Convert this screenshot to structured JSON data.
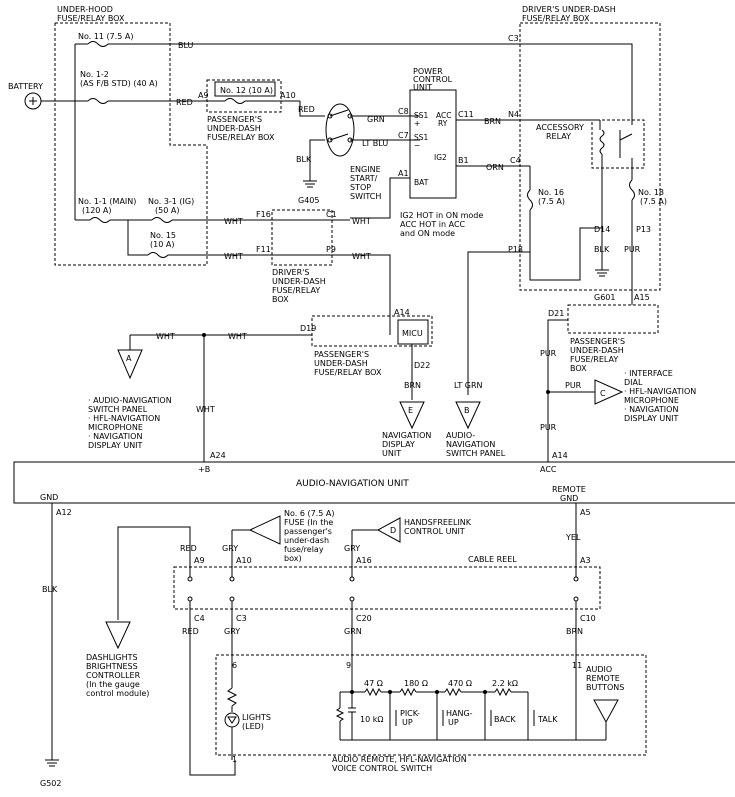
{
  "boxes": {
    "underhood": [
      "UNDER-HOOD",
      "FUSE/RELAY BOX"
    ],
    "drivers_top": [
      "DRIVER'S UNDER-DASH",
      "FUSE/RELAY BOX"
    ],
    "pcu": [
      "POWER",
      "CONTROL",
      "UNIT"
    ],
    "pass_top": [
      "PASSENGER'S",
      "UNDER-DASH",
      "FUSE/RELAY BOX"
    ],
    "drivers_mid": [
      "DRIVER'S",
      "UNDER-DASH",
      "FUSE/RELAY",
      "BOX"
    ],
    "pass_mid": [
      "PASSENGER'S",
      "UNDER-DASH",
      "FUSE/RELAY BOX"
    ],
    "pass_right": [
      "PASSENGER'S",
      "UNDER-DASH",
      "FUSE/RELAY",
      "BOX"
    ],
    "micu": "MICU",
    "audio_unit": "AUDIO-NAVIGATION UNIT",
    "cable_reel": "CABLE REEL",
    "switch": [
      "AUDIO REMOTE, HFL-NAVIGATION",
      "VOICE CONTROL SWITCH"
    ],
    "engine_switch": [
      "ENGINE",
      "START/",
      "STOP",
      "SWITCH"
    ],
    "accessory_relay": [
      "ACCESSORY",
      "RELAY"
    ],
    "pcu_note": [
      "IG2 HOT in ON mode",
      "ACC HOT in ACC",
      "and ON mode"
    ],
    "audio_remote_buttons": [
      "AUDIO",
      "REMOTE",
      "BUTTONS"
    ]
  },
  "battery": "BATTERY",
  "fuses": {
    "f11": "No. 11 (7.5 A)",
    "f12_a": "No. 1-2",
    "f12_b": "(AS F/B STD) (40 A)",
    "f12_pass": "No. 12 (10 A)",
    "f11_main_a": "No. 1-1 (MAIN)",
    "f11_main_b": "(120 A)",
    "f31_a": "No. 3-1 (IG)",
    "f31_b": "(50 A)",
    "f15_a": "No. 15",
    "f15_b": "(10 A)",
    "f16_a": "No. 16",
    "f16_b": "(7.5 A)",
    "f18_a": "No. 18",
    "f18_b": "(7.5 A)",
    "f6": [
      "No. 6 (7.5 A)",
      "FUSE (In the",
      "passenger's",
      "under-dash",
      "fuse/relay",
      "box)"
    ]
  },
  "wires": {
    "blu": "BLU",
    "red": "RED",
    "grn": "GRN",
    "ltblu": "LT BLU",
    "blk": "BLK",
    "brn": "BRN",
    "orn": "ORN",
    "wht": "WHT",
    "pur": "PUR",
    "ltgrn": "LT GRN",
    "gry": "GRY",
    "yel": "YEL"
  },
  "pins": {
    "c3": "C3",
    "a9": "A9",
    "a10": "A10",
    "c8": "C8",
    "c7": "C7",
    "c11": "C11",
    "n4": "N4",
    "b1": "B1",
    "c4": "C4",
    "a1": "A1",
    "f16": "F16",
    "c1": "C1",
    "f11": "F11",
    "p9": "P9",
    "d14": "D14",
    "p13": "P13",
    "p18": "P18",
    "a14": "A14",
    "d19": "D19",
    "d22": "D22",
    "d21": "D21",
    "a15": "A15",
    "a24": "A24",
    "a14b": "A14",
    "a12": "A12",
    "a5": "A5",
    "a9b": "A9",
    "a10b": "A10",
    "a16": "A16",
    "a3": "A3",
    "c4b": "C4",
    "c3b": "C3",
    "c20": "C20",
    "c10": "C10",
    "n6": "6",
    "n9": "9",
    "n11": "11",
    "n1": "1",
    "ss1p": "SS1",
    "ss1m": "SS1",
    "acc_ry": [
      "ACC",
      "RY"
    ],
    "ig2": "IG2",
    "bat": "BAT",
    "plus": "+",
    "minus": "−"
  },
  "grounds": {
    "g405": "G405",
    "g601": "G601",
    "g502": "G502"
  },
  "unit_terms": {
    "plus_b": "+B",
    "acc": "ACC",
    "gnd": "GND",
    "remote_gnd": [
      "REMOTE",
      "GND"
    ]
  },
  "connectors": {
    "A": [
      "· AUDIO-NAVIGATION",
      "  SWITCH PANEL",
      "· HFL-NAVIGATION",
      "  MICROPHONE",
      "· NAVIGATION",
      "  DISPLAY UNIT"
    ],
    "B": [
      "AUDIO-",
      "NAVIGATION",
      "SWITCH PANEL"
    ],
    "C": [
      "· INTERFACE",
      "  DIAL",
      "· HFL-NAVIGATION",
      "  MICROPHONE",
      "· NAVIGATION",
      "  DISPLAY UNIT"
    ],
    "D": [
      "HANDSFREELINK",
      "CONTROL UNIT"
    ],
    "E": [
      "NAVIGATION",
      "DISPLAY",
      "UNIT"
    ],
    "letters": {
      "A": "A",
      "B": "B",
      "C": "C",
      "D": "D",
      "E": "E"
    }
  },
  "dashlights": [
    "DASHLIGHTS",
    "BRIGHTNESS",
    "CONTROLLER",
    "(In the gauge",
    "control module)"
  ],
  "resistors": {
    "r47": "47 Ω",
    "r180": "180 Ω",
    "r470": "470 Ω",
    "r22k": "2.2 kΩ",
    "r10k": "10 kΩ"
  },
  "buttons": {
    "pickup": [
      "PICK-",
      "UP"
    ],
    "hangup": [
      "HANG-",
      "UP"
    ],
    "back": "BACK",
    "talk": "TALK"
  },
  "lights": [
    "LIGHTS",
    "(LED)"
  ]
}
